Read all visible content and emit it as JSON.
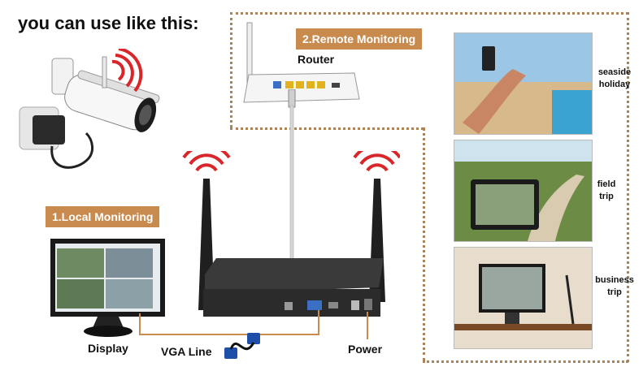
{
  "title": "you can use like this:",
  "badges": {
    "local": "1.Local Monitoring",
    "remote": "2.Remote Monitoring"
  },
  "labels": {
    "router": "Router",
    "display": "Display",
    "vga_line": "VGA Line",
    "power": "Power"
  },
  "scenarios": [
    {
      "line1": "seaside",
      "line2": "holiday"
    },
    {
      "line1": "field",
      "line2": "trip"
    },
    {
      "line1": "business",
      "line2": "trip"
    }
  ],
  "colors": {
    "badge": "#c98a4e",
    "dotted_line": "#a88458",
    "wifi": "#d8262a",
    "nvr": "#2b2b2b"
  }
}
